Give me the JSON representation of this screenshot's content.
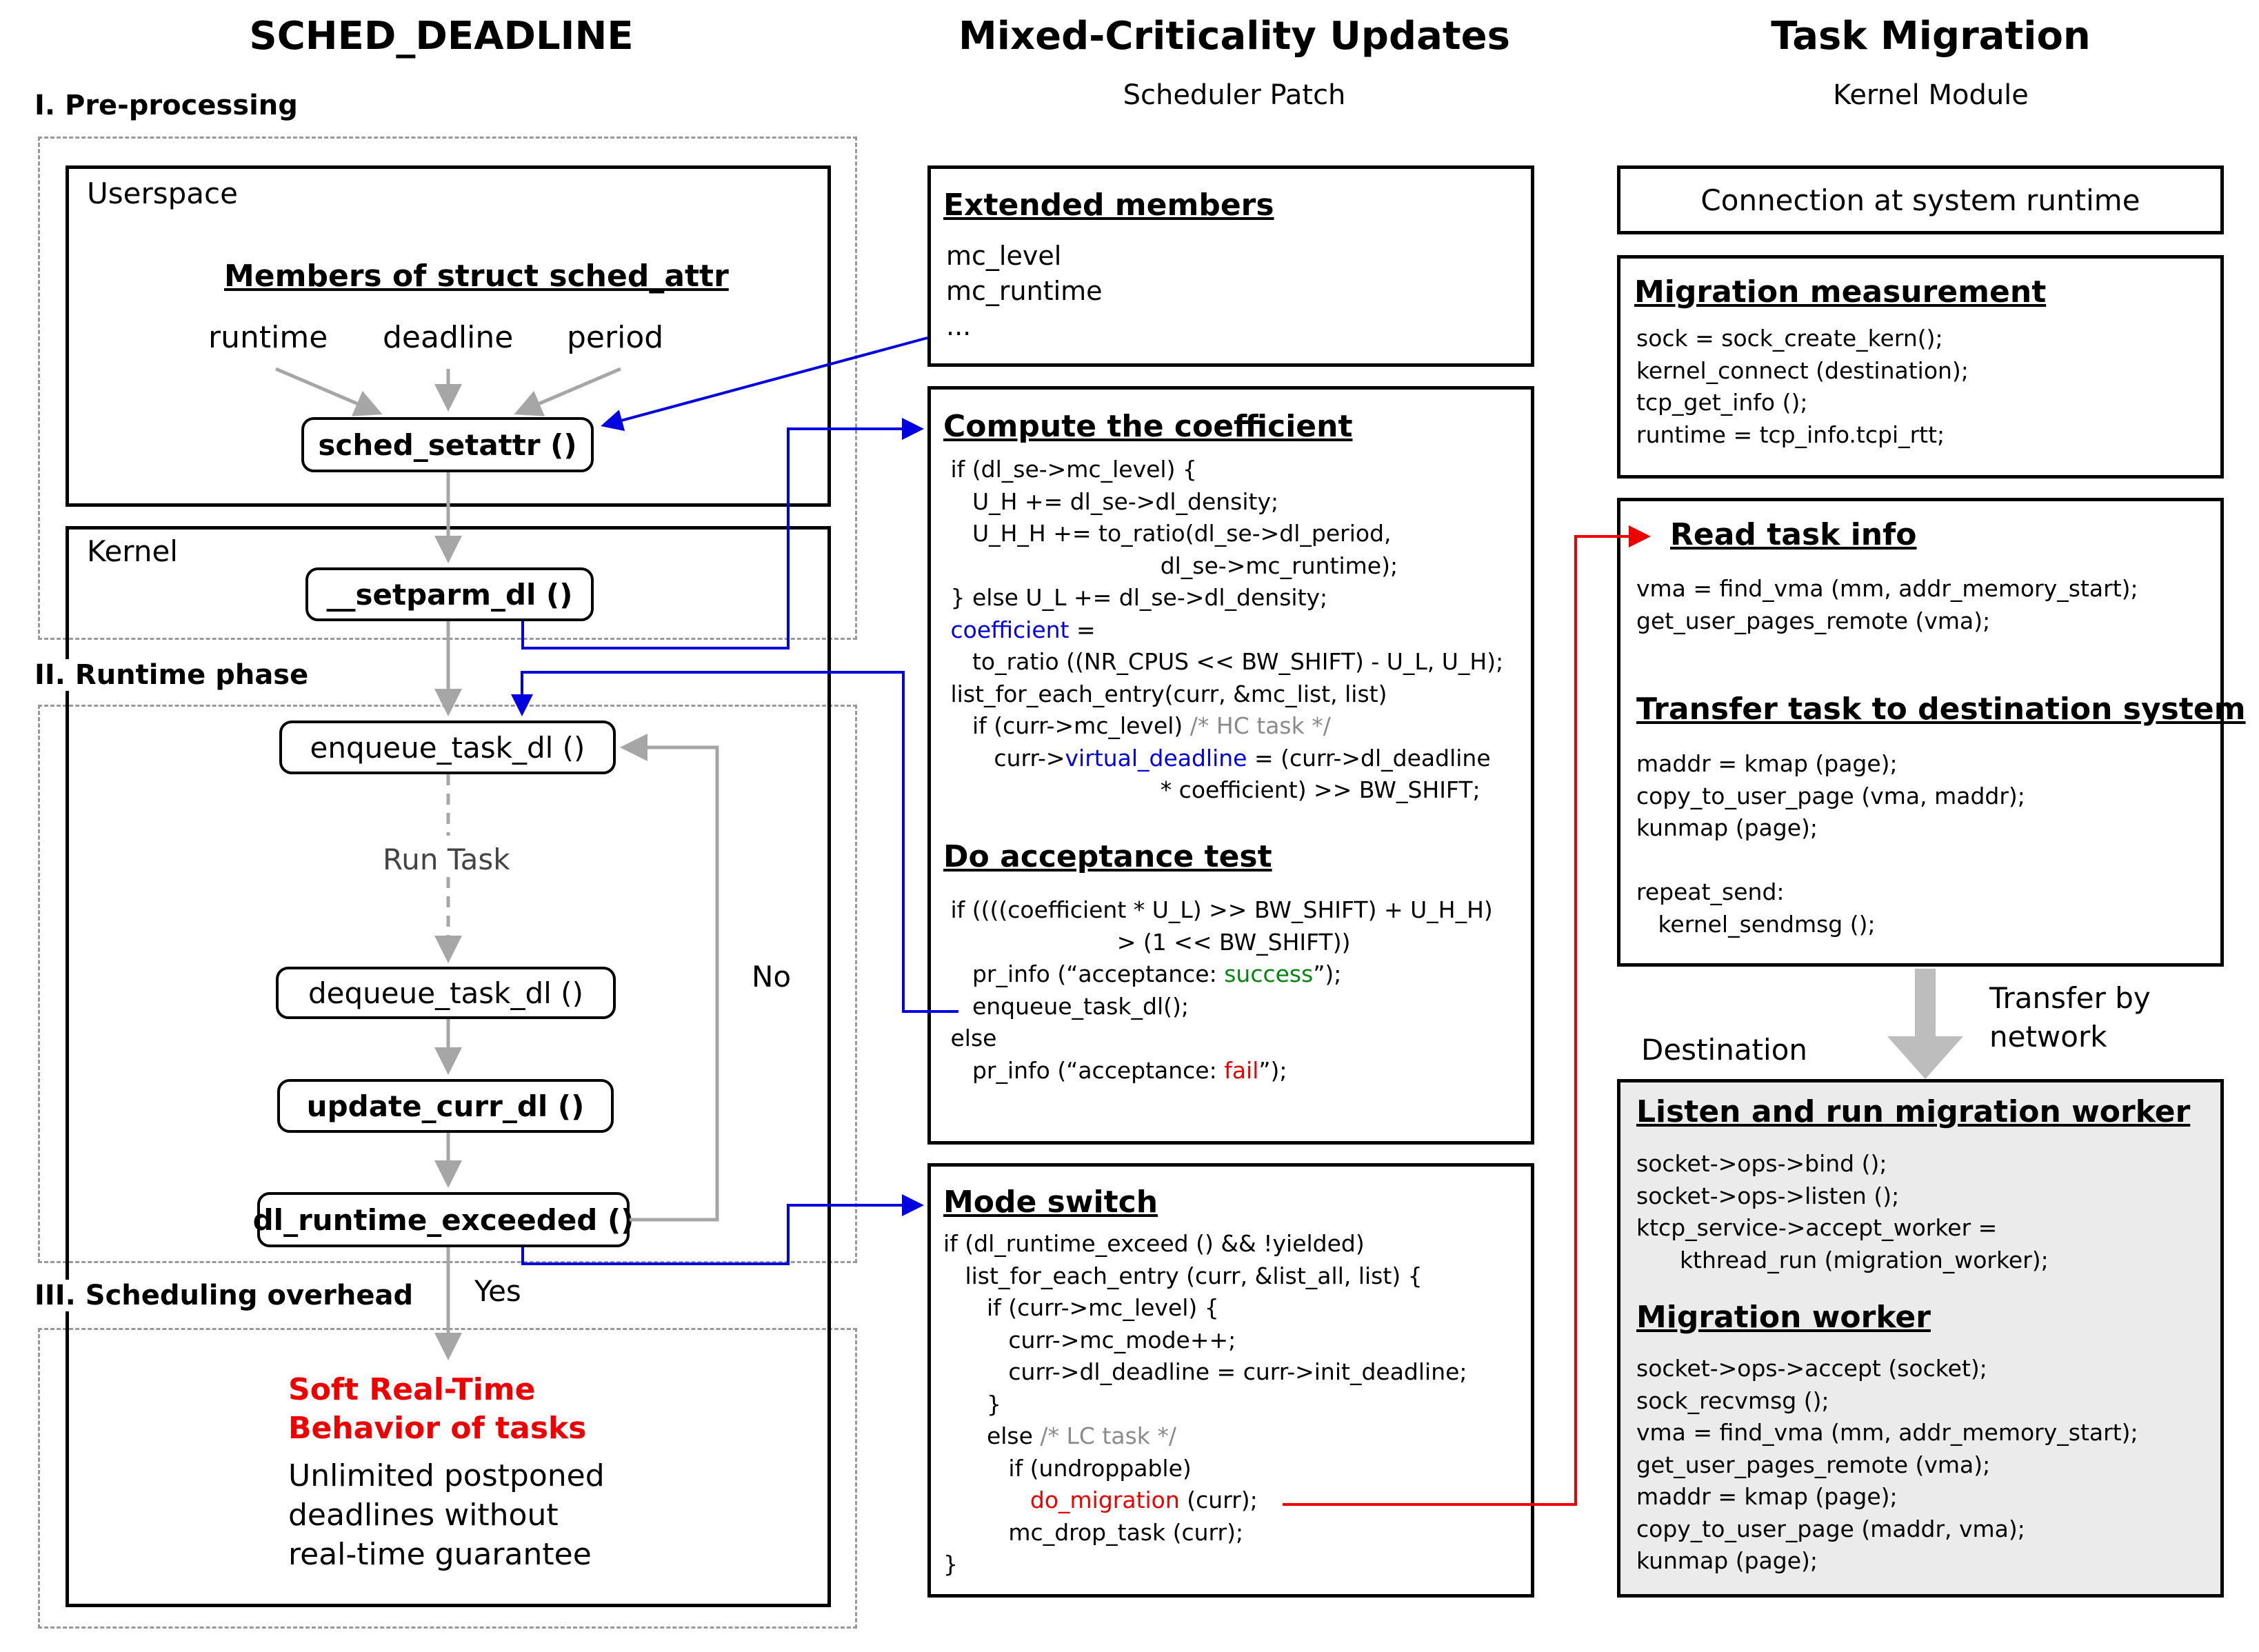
{
  "columns": {
    "left": {
      "title": "SCHED_DEADLINE"
    },
    "middle": {
      "title": "Mixed-Criticality Updates",
      "subtitle": "Scheduler Patch"
    },
    "right": {
      "title": "Task Migration",
      "subtitle": "Kernel Module"
    }
  },
  "phases": {
    "preprocessing": "I. Pre-processing",
    "runtime": "II. Runtime phase",
    "overhead": "III. Scheduling overhead"
  },
  "userspace": {
    "label": "Userspace",
    "members_title": "Members of struct sched_attr",
    "members": [
      "runtime",
      "deadline",
      "period"
    ],
    "setattr": "sched_setattr ()"
  },
  "kernel": {
    "label": "Kernel",
    "setparm": "__setparm_dl ()",
    "enqueue": "enqueue_task_dl ()",
    "run_task": "Run Task",
    "dequeue": "dequeue_task_dl ()",
    "update": "update_curr_dl ()",
    "exceeded": "dl_runtime_exceeded ()",
    "no": "No",
    "yes": "Yes"
  },
  "overhead": {
    "title_line1": "Soft Real-Time",
    "title_line2": "Behavior of tasks",
    "desc_line1": "Unlimited postponed",
    "desc_line2": "deadlines without",
    "desc_line3": "real-time guarantee"
  },
  "extended": {
    "title": "Extended members",
    "lines": [
      "mc_level",
      "mc_runtime",
      "..."
    ]
  },
  "coefficient": {
    "title": "Compute the coefficient",
    "l1": " if (dl_se->mc_level) {",
    "l2": "    U_H += dl_se->dl_density;",
    "l3": "    U_H_H += to_ratio(dl_se->dl_period,",
    "l4": "                              dl_se->mc_runtime);",
    "l5": " } else U_L += dl_se->dl_density;",
    "l6_blue": " coefficient",
    "l6_rest": " =",
    "l7": "    to_ratio ((NR_CPUS << BW_SHIFT) - U_L, U_H);",
    "l8": " list_for_each_entry(curr, &mc_list, list)",
    "l9_pre": "    if (curr->mc_level) ",
    "l9_gray": "/* HC task */",
    "l10_pre": "       curr->",
    "l10_blue": "virtual_deadline",
    "l10_post": " = (curr->dl_deadline",
    "l11": "                              * coefficient) >> BW_SHIFT;"
  },
  "acceptance": {
    "title": "Do acceptance test",
    "l1": " if ((((coefficient * U_L) >> BW_SHIFT) + U_H_H)",
    "l2": "                        > (1 << BW_SHIFT))",
    "l3_pre": "    pr_info (“acceptance: ",
    "l3_green": "success",
    "l3_post": "”);",
    "l4": "    enqueue_task_dl();",
    "l5": " else",
    "l6_pre": "    pr_info (“acceptance: ",
    "l6_red": "fail",
    "l6_post": "”);"
  },
  "mode_switch": {
    "title": "Mode switch",
    "l1": "if (dl_runtime_exceed () && !yielded)",
    "l2": "   list_for_each_entry (curr, &list_all, list) {",
    "l3": "      if (curr->mc_level) {",
    "l4": "         curr->mc_mode++;",
    "l5": "         curr->dl_deadline = curr->init_deadline;",
    "l6": "      }",
    "l7_pre": "      else ",
    "l7_gray": "/* LC task */",
    "l8": "         if (undroppable)",
    "l9_pre": "            ",
    "l9_red": "do_migration",
    "l9_post": " (curr);",
    "l10": "         mc_drop_task (curr);",
    "l11": "}"
  },
  "connection": {
    "label": "Connection at system runtime"
  },
  "measurement": {
    "title": "Migration measurement",
    "lines": [
      "sock = sock_create_kern();",
      "kernel_connect (destination);",
      "tcp_get_info ();",
      "runtime = tcp_info.tcpi_rtt;"
    ]
  },
  "read_task": {
    "title": "Read task info",
    "lines": [
      "vma = find_vma (mm, addr_memory_start);",
      "get_user_pages_remote (vma);"
    ]
  },
  "transfer": {
    "title": "Transfer task to destination system",
    "lines": [
      "maddr = kmap (page);",
      "copy_to_user_page (vma, maddr);",
      "kunmap (page);",
      "",
      "repeat_send:",
      "   kernel_sendmsg ();"
    ]
  },
  "network": {
    "line1": "Transfer by",
    "line2": "network",
    "destination": "Destination"
  },
  "listen": {
    "title": "Listen and run migration worker",
    "lines": [
      "socket->ops->bind ();",
      "socket->ops->listen ();",
      "ktcp_service->accept_worker =",
      "      kthread_run (migration_worker);"
    ]
  },
  "worker": {
    "title": "Migration worker",
    "lines": [
      "socket->ops->accept (socket);",
      "sock_recvmsg ();",
      "vma = find_vma (mm, addr_memory_start);",
      "get_user_pages_remote (vma);",
      "maddr = kmap (page);",
      "copy_to_user_page (maddr, vma);",
      "kunmap (page);"
    ]
  },
  "colors": {
    "blue_arrow": "#0000e0",
    "red_arrow": "#ee0000",
    "gray_arrow": "#a6a6a6",
    "destination_fill": "#ebebeb"
  }
}
